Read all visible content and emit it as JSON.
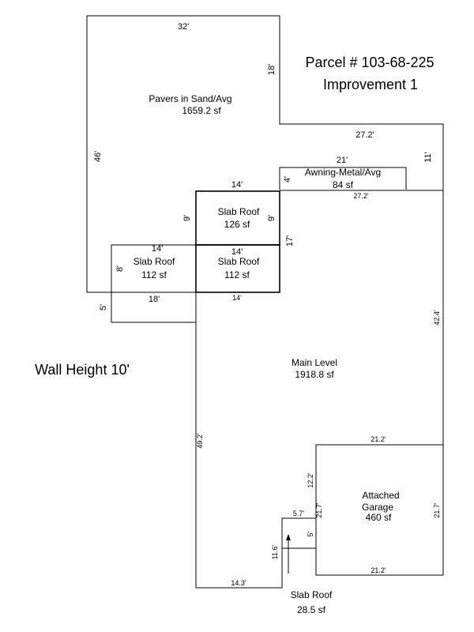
{
  "header": {
    "parcel": "Parcel # 103-68-225",
    "improvement": "Improvement 1"
  },
  "wall_height": "Wall Height 10'",
  "areas": {
    "pavers": {
      "name": "Pavers in Sand/Avg",
      "area": "1659.2 sf"
    },
    "awning": {
      "name": "Awning-Metal/Avg",
      "area": "84 sf"
    },
    "slab_top": {
      "name": "Slab Roof",
      "area": "126 sf"
    },
    "slab_left": {
      "name": "Slab Roof",
      "area": "112 sf"
    },
    "slab_mid": {
      "name": "Slab Roof",
      "area": "112 sf"
    },
    "main": {
      "name": "Main Level",
      "area": "1918.8 sf"
    },
    "garage": {
      "name_line1": "Attached",
      "name_line2": "Garage",
      "area": "460 sf"
    },
    "slab_bottom": {
      "name": "Slab Roof",
      "area": "28.5 sf"
    }
  },
  "dimensions": {
    "pavers_top": "32'",
    "pavers_right_step": "18'",
    "pavers_left": "46'",
    "pavers_shelf": "27.2'",
    "awning_top": "21'",
    "awning_left": "4'",
    "awning_right": "11'",
    "awning_bottom": "27.2'",
    "slab_top_top": "14'",
    "slab_top_left": "9'",
    "slab_top_right": "9'",
    "slab_left_top": "14'",
    "slab_left_left": "8'",
    "slab_mid_top": "14'",
    "slab_mid_right": "17'",
    "lower_left_bottom": "18'",
    "lower_left_side": "5'",
    "main_top_left": "14'",
    "main_right": "42.4'",
    "main_left": "49.2'",
    "garage_top": "21.2'",
    "garage_left": "12.2'",
    "garage_left_inner": "21.7'",
    "garage_right": "21.7'",
    "garage_bottom": "21.2'",
    "slab_bottom_top": "5.7'",
    "slab_bottom_inner": "5'",
    "slab_bottom_left": "11.6'",
    "main_bottom": "14.3'"
  }
}
